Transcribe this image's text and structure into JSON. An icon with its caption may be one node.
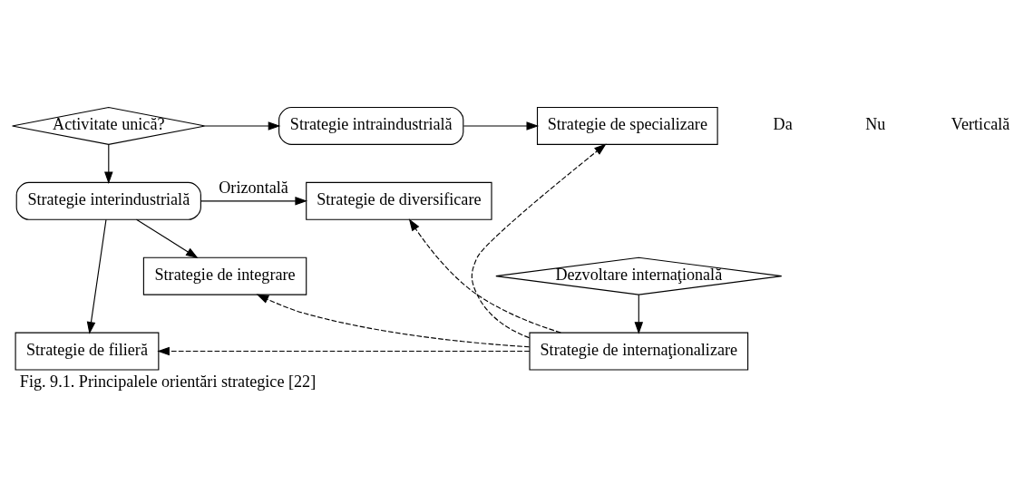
{
  "diagram": {
    "caption": "Fig. 9.1. Principalele orientări strategice [22]",
    "nodes": [
      {
        "text": [
          "Activitate unică?"
        ]
      },
      {
        "text": [
          "Strategie intraindustrială"
        ]
      },
      {
        "text": [
          "Strategie de specializare"
        ]
      },
      {
        "text": [
          "Strategie interindustrială"
        ]
      },
      {
        "text": [
          "Strategie de diversificare"
        ]
      },
      {
        "text": [
          "Strategie de filieră"
        ]
      },
      {
        "text": [
          "Strategie de integrare"
        ]
      },
      {
        "text": [
          "Strategie de internaţionalizare"
        ]
      },
      {
        "text": [
          "Dezvoltare internaţională"
        ]
      }
    ],
    "edges": [
      {
        "from": 0,
        "to": 1,
        "arrow": "to"
      },
      {
        "from": 1,
        "to": 2,
        "arrow": "to"
      },
      {
        "from": 0,
        "to": 3,
        "arrow": "to"
      },
      {
        "from": 3,
        "to": 4,
        "arrow": "to",
        "label": "Orizontală"
      },
      {
        "from": 3,
        "to": 5,
        "arrow": "to"
      },
      {
        "from": 3,
        "to": 6,
        "arrow": "to"
      },
      {
        "from": 7,
        "to": 2,
        "arrow": "to",
        "style": "dashed"
      },
      {
        "from": 7,
        "to": 4,
        "arrow": "to",
        "style": "dashed"
      },
      {
        "from": 7,
        "to": 5,
        "arrow": "to",
        "style": "dashed"
      },
      {
        "from": 7,
        "to": 6,
        "arrow": "to",
        "style": "dashed"
      },
      {
        "from": 8,
        "to": 7,
        "arrow": "to"
      }
    ],
    "labels": [
      "Da",
      "Nu",
      "Verticală"
    ]
  }
}
